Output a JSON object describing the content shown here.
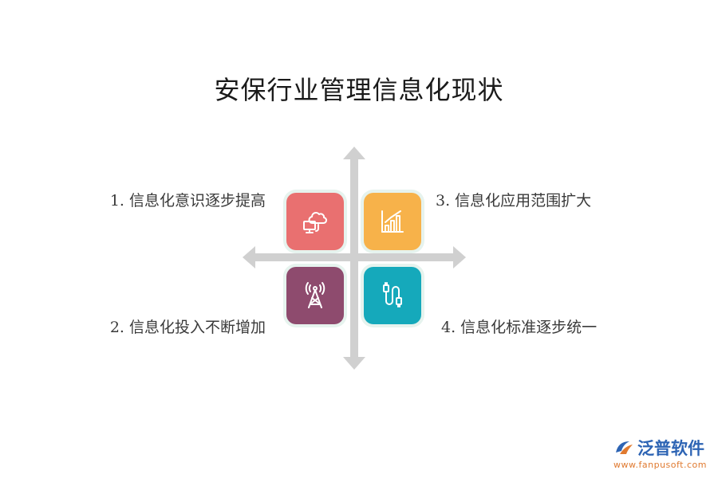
{
  "title": "安保行业管理信息化现状",
  "quadrants": [
    {
      "label": "1. 信息化意识逐步提高",
      "icon": "cloud-computer-icon",
      "color": "#e97070"
    },
    {
      "label": "2. 信息化投入不断增加",
      "icon": "signal-tower-icon",
      "color": "#8e4b6e"
    },
    {
      "label": "3. 信息化应用范围扩大",
      "icon": "bar-chart-icon",
      "color": "#f7b24a"
    },
    {
      "label": "4. 信息化标准逐步统一",
      "icon": "usb-cable-icon",
      "color": "#15a9bb"
    }
  ],
  "axis_color": "#d0d0d0",
  "brand": {
    "name": "泛普软件",
    "url": "www.fanpusoft.com",
    "primary_color": "#2d64b4",
    "accent_color": "#e07a30"
  }
}
